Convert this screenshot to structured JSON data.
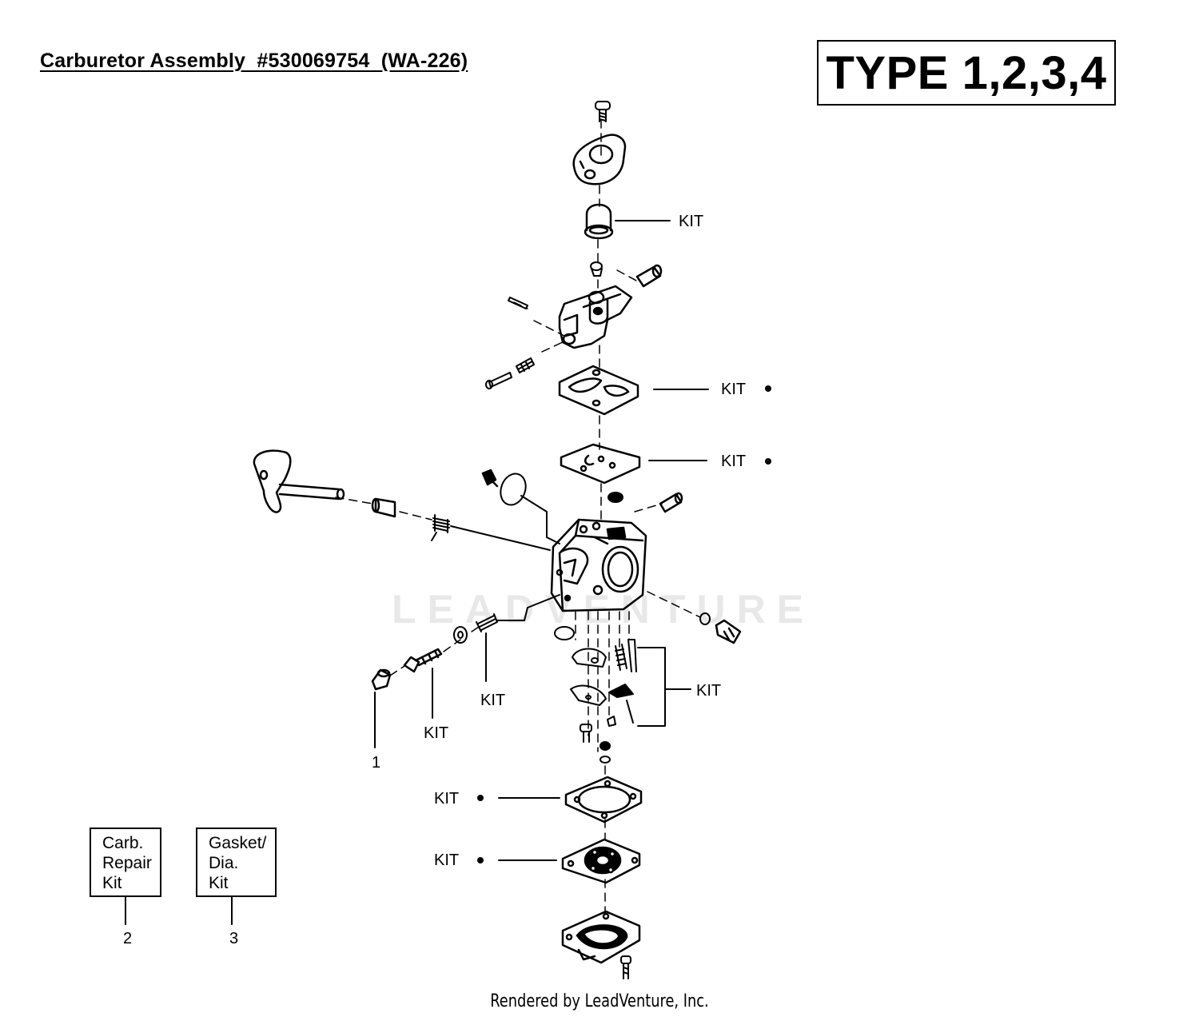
{
  "title": "Carburetor Assembly  #530069754  (WA-226)",
  "type_label": "TYPE 1,2,3,4",
  "kit_labels": {
    "primer_bulb": "KIT",
    "pump_gasket": "KIT",
    "pump_diaphragm": "KIT",
    "low_needle": "KIT",
    "spring": "KIT",
    "metering_group": "KIT",
    "metering_gasket": "KIT",
    "metering_diaphragm": "KIT"
  },
  "part_numbers": {
    "limiter_cap": "1",
    "carb_repair_kit": "2",
    "gasket_dia_kit": "3"
  },
  "boxes": {
    "carb_repair_kit": [
      "Carb.",
      "Repair",
      "Kit"
    ],
    "gasket_dia_kit": [
      "Gasket/",
      "Dia.",
      "Kit"
    ]
  },
  "watermark": "LEADVENTURE",
  "footer": "Rendered by LeadVenture, Inc."
}
